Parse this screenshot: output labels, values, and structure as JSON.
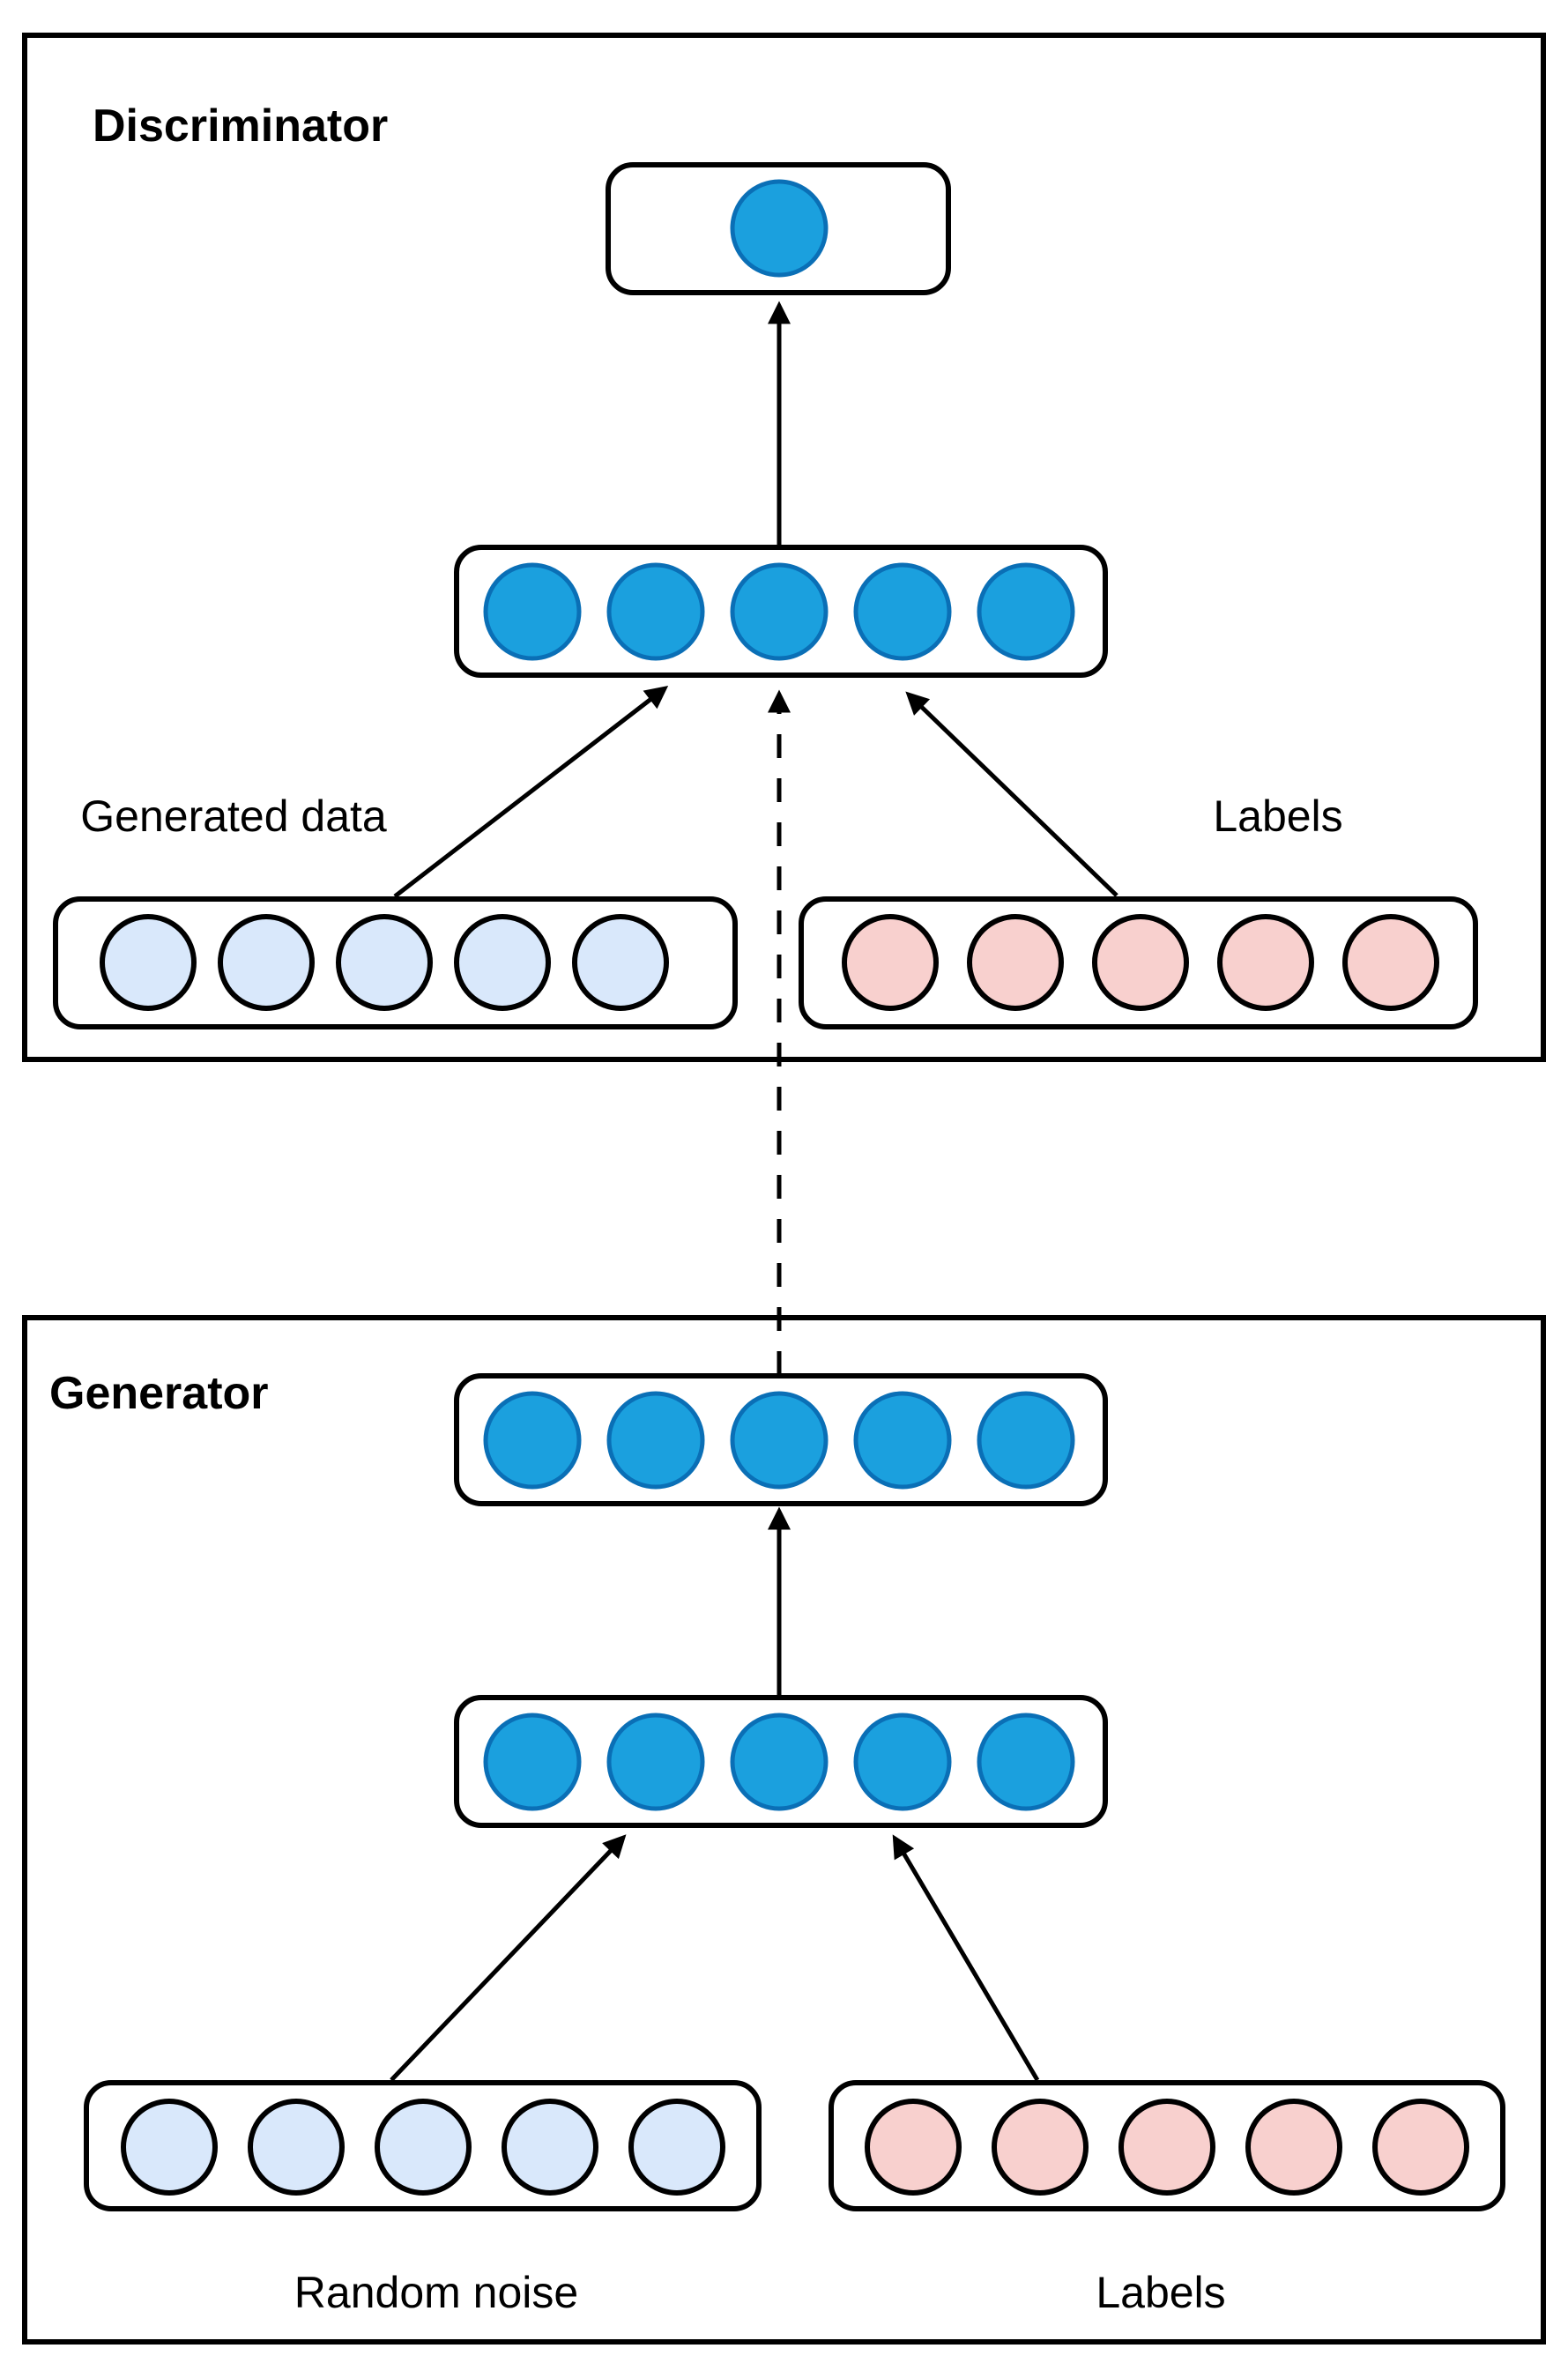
{
  "colors": {
    "background": "#FFFFFF",
    "line_color": "#000000",
    "node_blue_fill": "#1BA0DE",
    "node_blue_stroke": "#0A6FB6",
    "node_lightblue_fill": "#D9E8FB",
    "node_pink_fill": "#F8D0CE",
    "node_input_stroke": "#000000"
  },
  "discriminator": {
    "title": "Discriminator",
    "generated_data_label": "Generated data",
    "labels_label": "Labels",
    "output_layer": {
      "node_count": 1,
      "node_color": "blue"
    },
    "hidden_layer": {
      "node_count": 5,
      "node_color": "blue"
    },
    "generated_data_layer": {
      "node_count": 5,
      "node_color": "light-blue"
    },
    "labels_layer": {
      "node_count": 5,
      "node_color": "pink"
    }
  },
  "generator": {
    "title": "Generator",
    "random_noise_label": "Random noise",
    "labels_label": "Labels",
    "output_layer": {
      "node_count": 5,
      "node_color": "blue"
    },
    "hidden_layer": {
      "node_count": 5,
      "node_color": "blue"
    },
    "random_noise_layer": {
      "node_count": 5,
      "node_color": "light-blue"
    },
    "labels_layer": {
      "node_count": 5,
      "node_color": "pink"
    }
  }
}
